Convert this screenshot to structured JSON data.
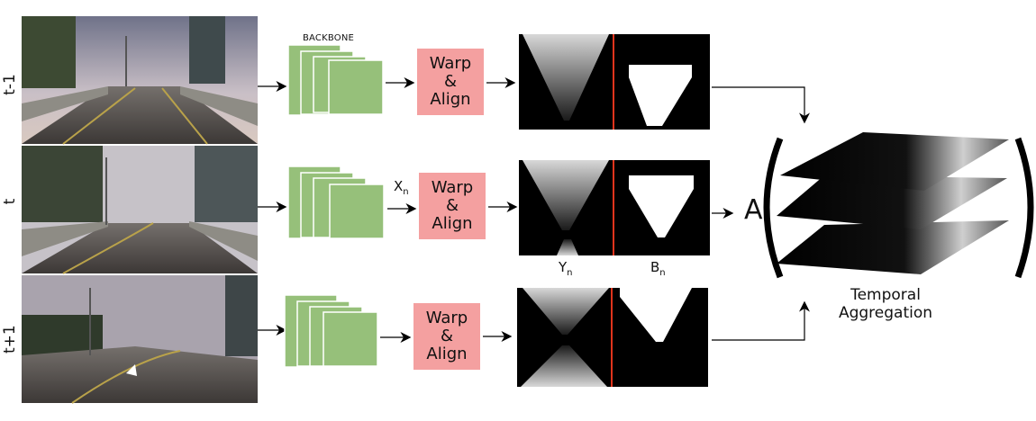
{
  "rows": [
    {
      "label": "t-1"
    },
    {
      "label": "t"
    },
    {
      "label": "t+1"
    }
  ],
  "backbone_title": "BACKBONE",
  "warp_align": {
    "line1": "Warp",
    "line2": "&",
    "line3": "Align"
  },
  "features_label": {
    "base": "X",
    "sub": "n"
  },
  "output_labels": {
    "y": {
      "base": "Y",
      "sub": "n"
    },
    "b": {
      "base": "B",
      "sub": "n"
    }
  },
  "aggregation_symbol": "A",
  "temporal_aggregation": {
    "line1": "Temporal",
    "line2": "Aggregation"
  },
  "colors": {
    "backbone_green": "#96c07a",
    "warp_pink": "#f4a0a0",
    "divider_red": "#e0341c",
    "sky": "#c9c6cf",
    "road": "#55514f"
  }
}
